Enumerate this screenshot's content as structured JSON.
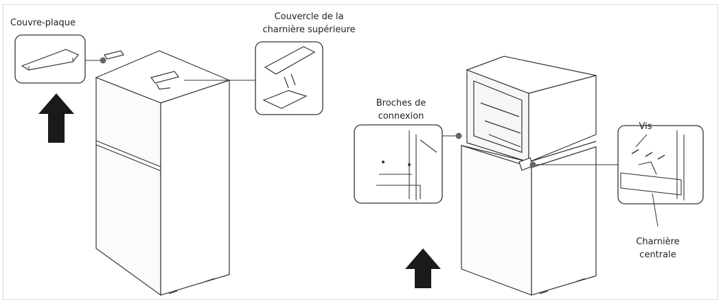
{
  "labels": {
    "cover_plate": "Couvre-plaque",
    "top_hinge_cover_line1": "Couvercle de la",
    "top_hinge_cover_line2": "charnière supérieure",
    "connection_pins_line1": "Broches de",
    "connection_pins_line2": "connexion",
    "screws": "Vis",
    "center_hinge_line1": "Charnière",
    "center_hinge_line2": "centrale"
  },
  "colors": {
    "line": "#333333",
    "arrow": "#1a1a1a",
    "frame": "#d9d9d9",
    "fridge_fill": "#ffffff"
  },
  "icons": [
    "up-arrow-icon",
    "up-arrow-icon"
  ]
}
